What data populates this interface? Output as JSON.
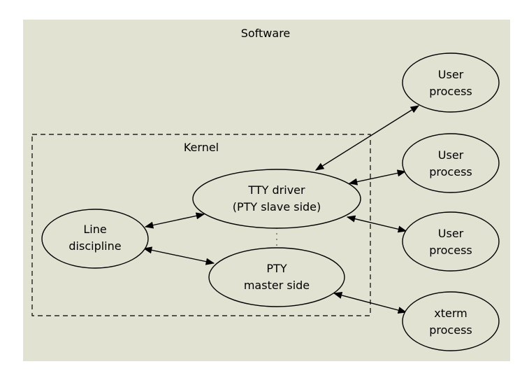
{
  "diagram": {
    "software_label": "Software",
    "kernel_label": "Kernel",
    "nodes": {
      "user_process_1": {
        "line1": "User",
        "line2": "process"
      },
      "user_process_2": {
        "line1": "User",
        "line2": "process"
      },
      "user_process_3": {
        "line1": "User",
        "line2": "process"
      },
      "xterm_process": {
        "line1": "xterm",
        "line2": "process"
      },
      "tty_driver": {
        "line1": "TTY driver",
        "line2": "(PTY slave side)"
      },
      "line_discipline": {
        "line1": "Line",
        "line2": "discipline"
      },
      "pty_master": {
        "line1": "PTY",
        "line2": "master side"
      }
    },
    "colors": {
      "background": "#e2e2d2",
      "stroke": "#000000",
      "node_fill": "#e2e2d2"
    }
  }
}
